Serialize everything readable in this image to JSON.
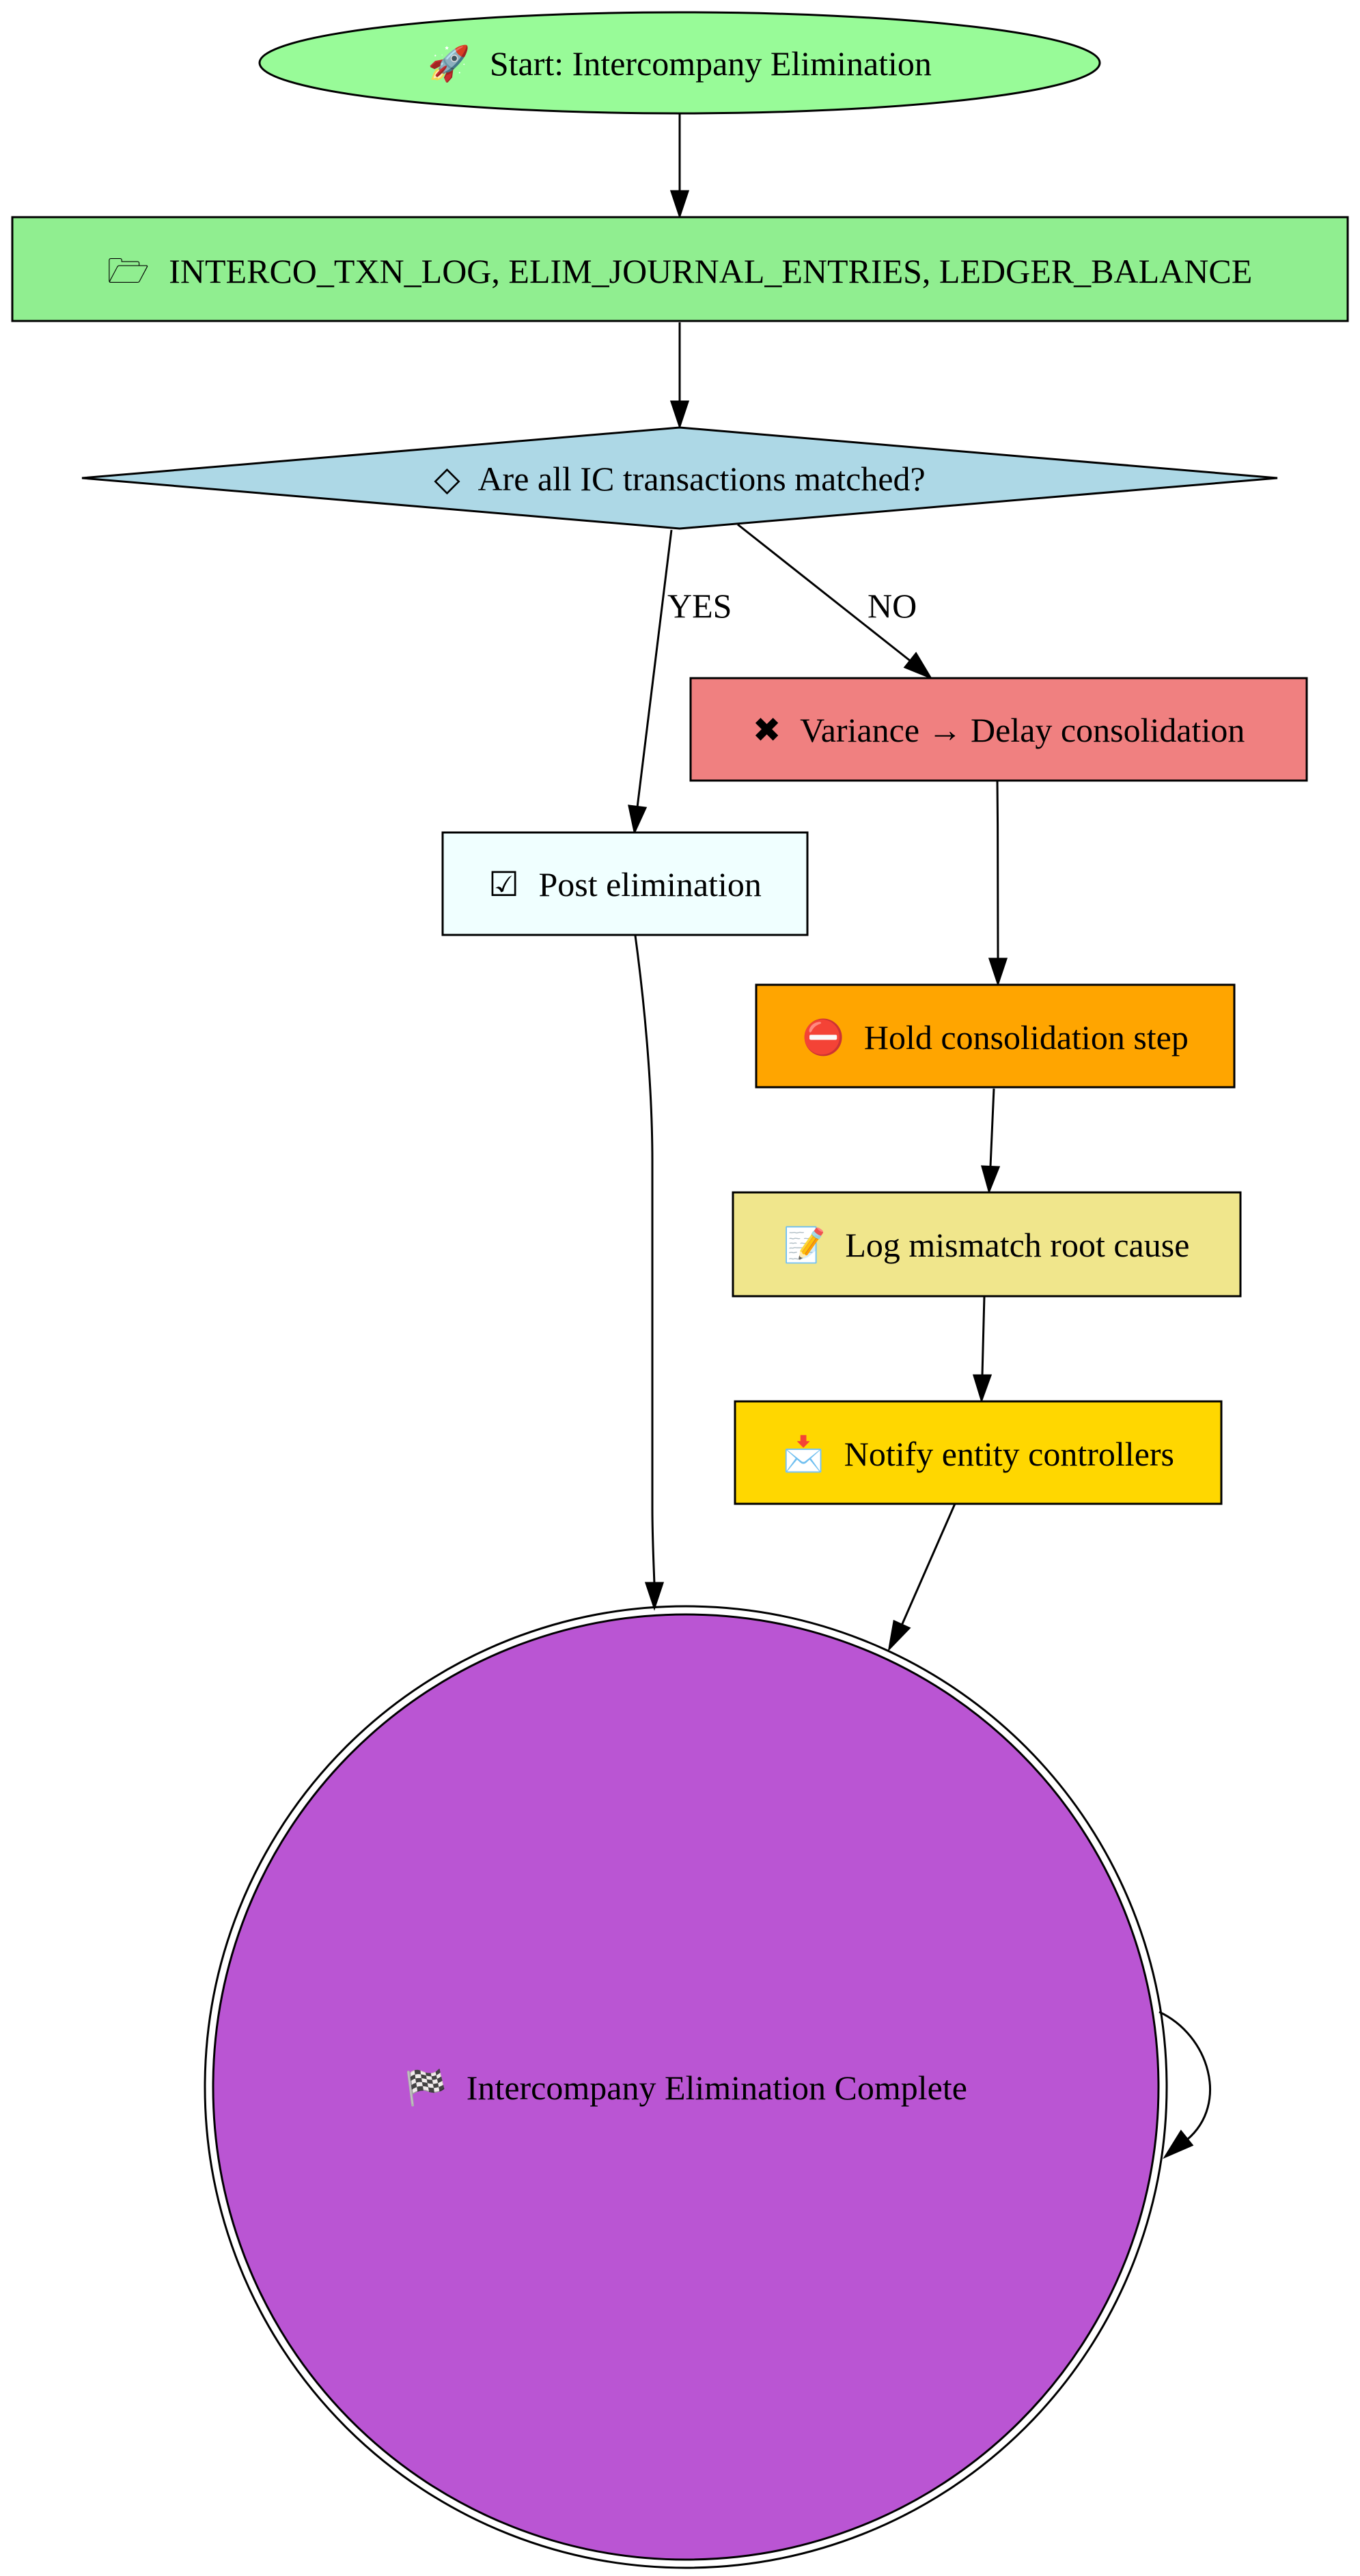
{
  "nodes": {
    "start": {
      "icon": "🚀",
      "icon_name": "rocket-icon",
      "label": "Start: Intercompany Elimination",
      "color": "#98FB98"
    },
    "data": {
      "icon": "🗁",
      "icon_name": "folder-icon",
      "label": "INTERCO_TXN_LOG, ELIM_JOURNAL_ENTRIES, LEDGER_BALANCE",
      "color": "#90EE90"
    },
    "decision": {
      "icon": "◇",
      "icon_name": "diamond-icon",
      "label": "Are all IC transactions matched?",
      "color": "#ADD8E6"
    },
    "variance": {
      "icon": "✖",
      "icon_name": "cross-icon",
      "label": "Variance → Delay consolidation",
      "color": "#F08080"
    },
    "post": {
      "icon": "☑",
      "icon_name": "checkbox-icon",
      "label": "Post elimination",
      "color": "#F0FFFF"
    },
    "hold": {
      "icon": "⛔",
      "icon_name": "no-entry-icon",
      "label": "Hold consolidation step",
      "color": "#FFA500"
    },
    "log": {
      "icon": "📝",
      "icon_name": "memo-icon",
      "label": "Log mismatch root cause",
      "color": "#F0E68C"
    },
    "notify": {
      "icon": "📩",
      "icon_name": "envelope-icon",
      "label": "Notify entity controllers",
      "color": "#FFD700"
    },
    "end": {
      "icon": "🏁",
      "icon_name": "checkered-flag-icon",
      "label": "Intercompany Elimination Complete",
      "color": "#BA55D3"
    }
  },
  "edges": {
    "yes_label": "YES",
    "no_label": "NO"
  }
}
